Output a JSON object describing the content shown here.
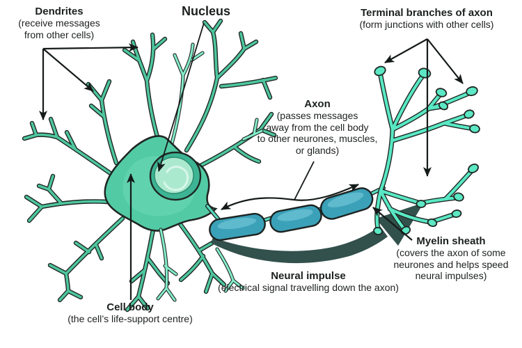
{
  "diagram": {
    "subject": "labeled neuron anatomy diagram",
    "background": "#ffffff",
    "colors": {
      "cell_fill": "#52cba5",
      "cell_highlight": "#7fe0bf",
      "dendrite_light": "#84ecca",
      "outline": "#1f2622",
      "nucleus_ring": "#3db493",
      "nucleus_inner": "#abe9cf",
      "myelin_fill": "#3ba1b8",
      "myelin_highlight": "#7fd0de",
      "axon_connector": "#58dcbe",
      "terminal_fill": "#58e8c4",
      "impulse_arrow": "#32504c",
      "text": "#1b201e",
      "label_arrow": "#141a18"
    },
    "labels": {
      "dendrites": {
        "title": "Dendrites",
        "description": "(receive messages\nfrom other cells)"
      },
      "nucleus": {
        "title": "Nucleus"
      },
      "terminal_branches": {
        "title": "Terminal branches of axon",
        "description": "(form junctions with other cells)"
      },
      "axon": {
        "title": "Axon",
        "description": "(passes messages\naway from the cell body\nto other neurones, muscles,\nor glands)"
      },
      "myelin_sheath": {
        "title": "Myelin sheath",
        "description": "(covers the axon of some\nneurones and helps speed\nneural impulses)"
      },
      "neural_impulse": {
        "title": "Neural impulse",
        "description": "(electrical signal travelling down the axon)"
      },
      "cell_body": {
        "title": "Cell body",
        "description": "(the cell’s life-support centre)"
      }
    }
  }
}
